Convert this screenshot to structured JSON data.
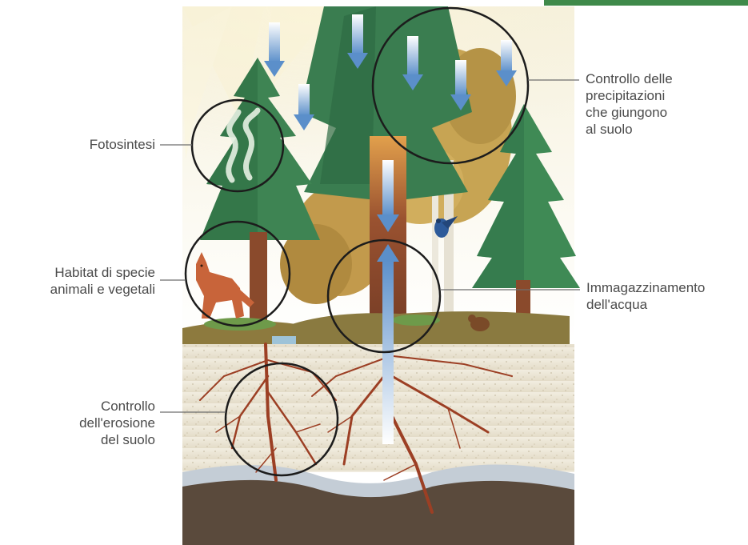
{
  "colors": {
    "corner_bar": "#3f8a4a",
    "label_text": "#4a4a4a",
    "leader_line": "#6e6e6e",
    "circle_stroke": "#1c1c1c",
    "sky": "#f3efdd",
    "conifer": "#3c7f4f",
    "conifer_dark": "#2d6a3f",
    "deciduous": "#c8a24e",
    "trunk": "#8b4a2f",
    "root": "#9c3f24",
    "soil": "#ece6d6",
    "water_layer": "#bcc8d4",
    "bedrock": "#5a4a3c",
    "water_arrow": "#6f9fd0"
  },
  "labels": {
    "fotosintesi": [
      "Fotosintesi"
    ],
    "habitat": [
      "Habitat di specie",
      "animali e vegetali"
    ],
    "erosione": [
      "Controllo",
      "dell'erosione",
      "del suolo"
    ],
    "precipitazioni": [
      "Controllo delle",
      "precipitazioni",
      "che giungono",
      "al suolo"
    ],
    "acqua": [
      "Immagazzinamento",
      "dell'acqua"
    ]
  },
  "icons": {
    "wolf": "wolf-icon",
    "bird": "bird-icon",
    "small_animal": "small-animal-icon",
    "photosynthesis": "photosynthesis-swirl-icon",
    "rain_arrow": "rain-arrow-icon",
    "sun_rays": "sun-rays-icon"
  }
}
